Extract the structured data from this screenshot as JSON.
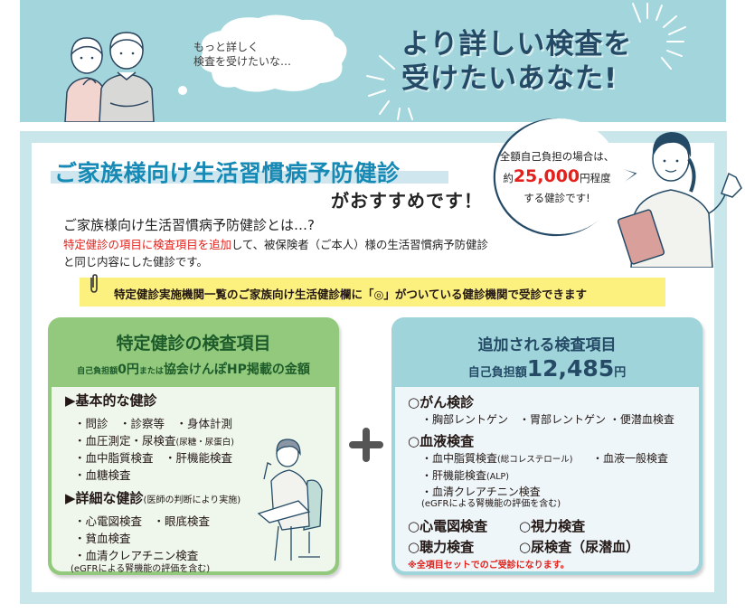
{
  "banner": {
    "thought_lines": [
      "もっと詳しく",
      "検査を受けたいな…"
    ],
    "headline_lines": [
      "より詳しい検査を",
      "受けたいあなた!"
    ],
    "bg_color": "#a3d6dc"
  },
  "intro": {
    "title": "ご家族様向け生活習慣病予防健診",
    "title_suffix": "がおすすめです！",
    "question": "ご家族様向け生活習慣病予防健診とは…?",
    "answer_red": "特定健診の項目に検査項目を追加",
    "answer_rest_line1": "して、被保険者（ご本人）様の生活習慣病予防健診",
    "answer_line2": "と同じ内容にした健診です。"
  },
  "bubble": {
    "line1": "全額自己負担の場合は、",
    "line2_prefix": "約",
    "line2_amount": "25,000",
    "line2_suffix": "円程度",
    "line3": "する健診です!"
  },
  "notice": {
    "text": "特定健診実施機関一覧のご家族向け生活健診欄に「◎」がついている健診機関で受診できます",
    "icon": "paperclip-icon"
  },
  "left_box": {
    "title": "特定健診の検査項目",
    "sub_prefix": "自己負担額",
    "sub_amount": "0円",
    "sub_mid": "または",
    "sub_suffix": "協会けんぽHP掲載の金額",
    "color": "#92c97d",
    "basic": {
      "heading": "▶基本的な健診",
      "items": [
        "・問診　・診察等　・身体計測",
        "・血圧測定・尿検査",
        "・血中脂質検査　・肝機能検査",
        "・血糖検査"
      ],
      "urine_note": "(尿糖・尿蛋白)"
    },
    "detailed": {
      "heading": "▶詳細な健診",
      "heading_note": "(医師の判断により実施)",
      "items": [
        "・心電図検査　・眼底検査",
        "・貧血検査",
        "・血清クレアチニン検査"
      ],
      "egfr_note": "(eGFRによる腎機能の評価を含む)"
    }
  },
  "plus_symbol": "+",
  "right_box": {
    "title": "追加される検査項目",
    "sub_prefix": "自己負担額",
    "sub_amount": "12,485",
    "sub_suffix": "円",
    "color": "#a0d4db",
    "cancer": {
      "heading": "○がん検診",
      "items": "・胸部レントゲン　・胃部レントゲン ・便潜血検査"
    },
    "blood": {
      "heading": "○血液検査",
      "item1": "・血中脂質検査",
      "item1_note": "(総コレステロール)",
      "item1b": "・血液一般検査",
      "item2": "・肝機能検査",
      "item2_note": "(ALP)",
      "item3": "・血清クレアチニン検査",
      "egfr_note": "(eGFRによる腎機能の評価を含む)"
    },
    "others": [
      "○心電図検査",
      "○視力検査",
      "○聴力検査",
      "○尿検査（尿潜血）"
    ],
    "footnote": "※全項目セットでのご受診になります。"
  }
}
